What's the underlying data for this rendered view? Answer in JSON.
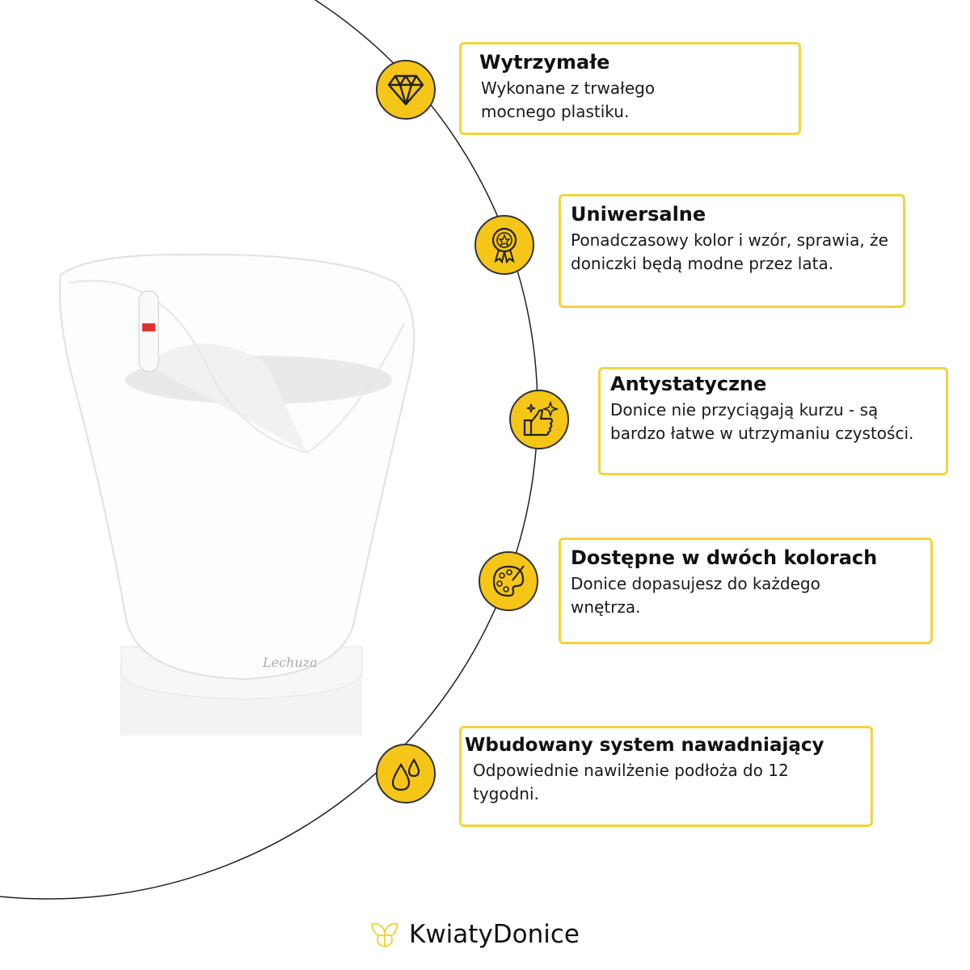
{
  "features": [
    {
      "title": "Wytrzymałe",
      "text": "Wykonane z trwałego mocnego plastiku.",
      "icon": "diamond-icon"
    },
    {
      "title": "Uniwersalne",
      "text": "Ponadczasowy kolor i wzór, sprawia, że doniczki będą modne przez lata.",
      "icon": "award-medal-icon"
    },
    {
      "title": "Antystatyczne",
      "text": "Donice nie przyciągają kurzu - są bardzo łatwe w utrzymaniu czystości.",
      "icon": "sparkle-thumbs-up-icon"
    },
    {
      "title": "Dostępne w dwóch kolorach",
      "text": "Donice dopasujesz do każdego wnętrza.",
      "icon": "palette-icon"
    },
    {
      "title": "Wbudowany system nawadniający",
      "text": "Odpowiednie nawilżenie podłoża do 12 tygodni.",
      "icon": "water-drops-icon"
    }
  ],
  "product": {
    "brand_mark": "Lechuza"
  },
  "logo": {
    "name": "KwiatyDonice"
  },
  "colors": {
    "accent": "#f5c518",
    "border": "#f2d43c"
  }
}
